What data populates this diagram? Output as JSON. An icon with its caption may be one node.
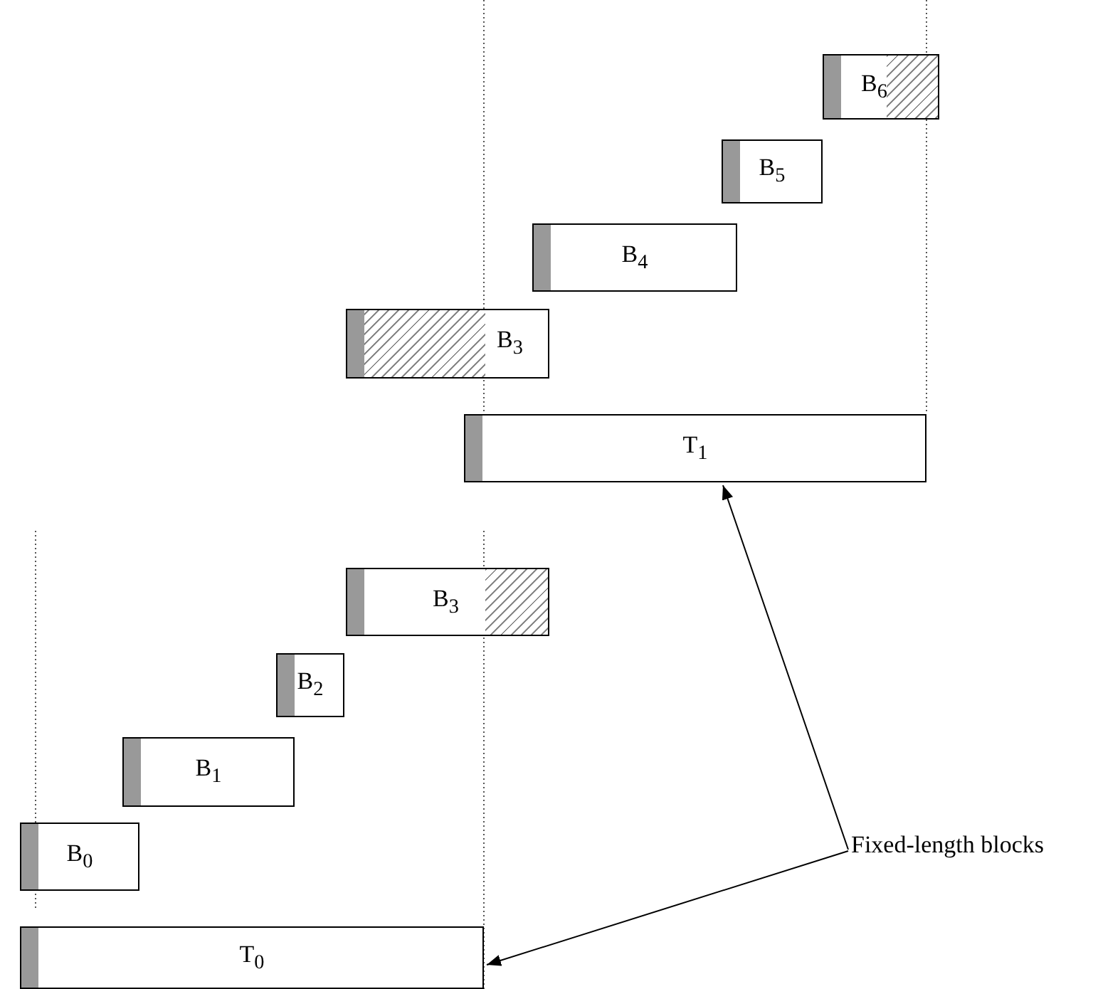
{
  "diagram": {
    "nodes": [
      {
        "text": [
          "B$_{6}$"
        ]
      },
      {
        "text": [
          "B$_{5}$"
        ]
      },
      {
        "text": [
          "B$_{4}$"
        ]
      },
      {
        "text": [
          "B$_{3}$"
        ]
      },
      {
        "text": [
          "T$_{1}$"
        ]
      },
      {
        "text": [
          "B$_{3}$"
        ]
      },
      {
        "text": [
          "B$_{2}$"
        ]
      },
      {
        "text": [
          "B$_{1}$"
        ]
      },
      {
        "text": [
          "Fixed-length blocks"
        ]
      },
      {
        "text": [
          "B$_{0}$"
        ]
      },
      {
        "text": [
          "T$_{0}$"
        ]
      }
    ],
    "edges": [
      {
        "from": 8,
        "to": 4,
        "arrow": "to"
      },
      {
        "from": 8,
        "to": 10,
        "arrow": "to"
      }
    ]
  }
}
